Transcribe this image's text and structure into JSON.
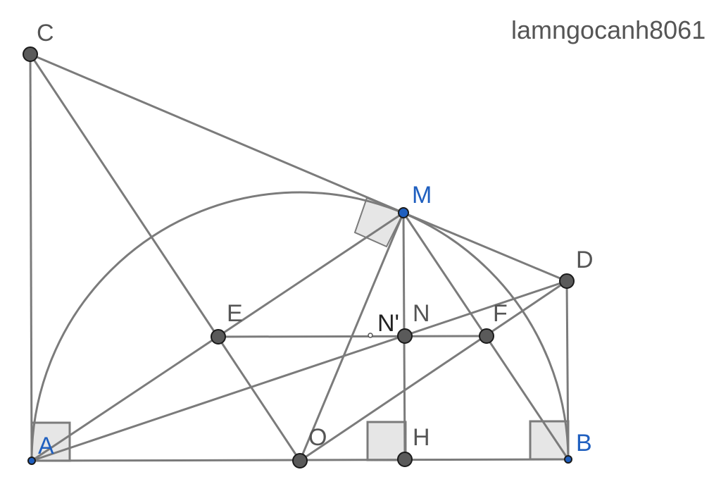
{
  "watermark": "lamngocanh8061",
  "colors": {
    "line": "#7b7b7b",
    "point_fill": "#5a5a5a",
    "point_blue": "#1f5fbf",
    "label_dark": "#555555",
    "label_blue": "#1f5fbf",
    "right_angle_fill": "#e6e6e6"
  },
  "points": [
    {
      "id": "C",
      "label": "C"
    },
    {
      "id": "M",
      "label": "M"
    },
    {
      "id": "D",
      "label": "D"
    },
    {
      "id": "E",
      "label": "E"
    },
    {
      "id": "N'",
      "label": "N'"
    },
    {
      "id": "N",
      "label": "N"
    },
    {
      "id": "F",
      "label": "F"
    },
    {
      "id": "O",
      "label": "O"
    },
    {
      "id": "H",
      "label": "H"
    },
    {
      "id": "B",
      "label": "B"
    },
    {
      "id": "A",
      "label": "A"
    }
  ]
}
